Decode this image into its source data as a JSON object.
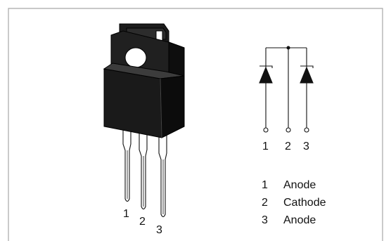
{
  "package_pins": [
    "1",
    "2",
    "3"
  ],
  "schematic_pins": [
    "1",
    "2",
    "3"
  ],
  "pin_legend": [
    {
      "num": "1",
      "name": "Anode"
    },
    {
      "num": "2",
      "name": "Cathode"
    },
    {
      "num": "3",
      "name": "Anode"
    }
  ],
  "colors": {
    "border": "#a0a0a0",
    "body_dark": "#1a1a1a",
    "body_light": "#3a3a3a",
    "line": "#111111"
  }
}
